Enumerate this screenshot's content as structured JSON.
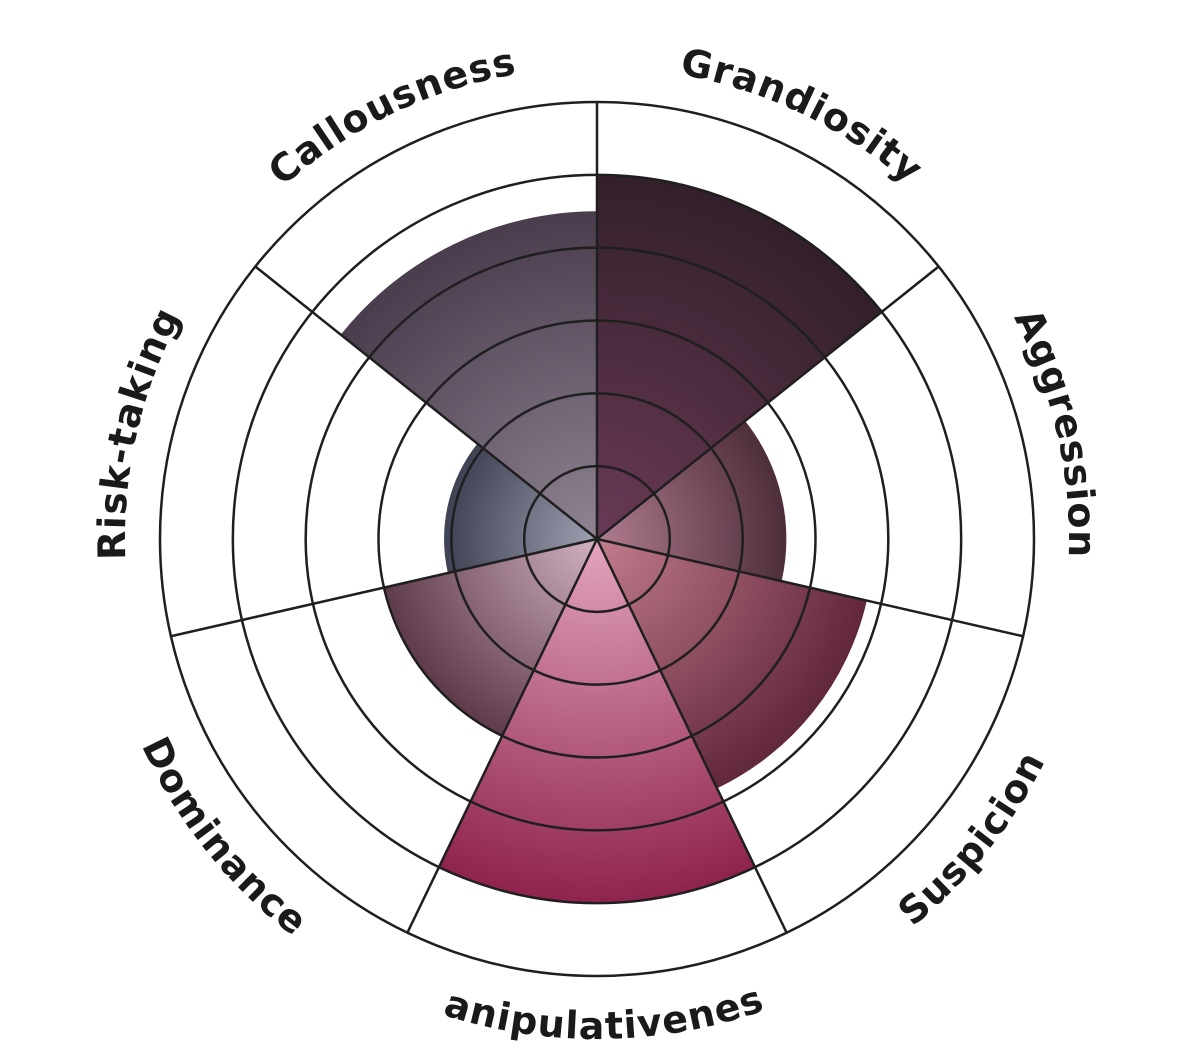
{
  "chart_data": {
    "type": "radial-bar",
    "categories": [
      "Grandiosity",
      "Aggression",
      "Suspicion",
      "Manipulativeness",
      "Dominance",
      "Risk-taking",
      "Callousness"
    ],
    "values": [
      5,
      2.6,
      3.8,
      5,
      3,
      2.1,
      4.5
    ],
    "rmax": 6,
    "rings": 5,
    "colors": [
      {
        "inner": "#6a3a56",
        "outer": "#33202b"
      },
      {
        "inner": "#b07c90",
        "outer": "#4e2e3b"
      },
      {
        "inner": "#c27c8e",
        "outer": "#61283a"
      },
      {
        "inner": "#e3a5be",
        "outer": "#8f234d"
      },
      {
        "inner": "#d2b2c2",
        "outer": "#5e3b4b"
      },
      {
        "inner": "#9fa1b2",
        "outer": "#3f4252"
      },
      {
        "inner": "#908392",
        "outer": "#493d4d"
      }
    ],
    "title": "",
    "legend": "none",
    "grid": true
  }
}
